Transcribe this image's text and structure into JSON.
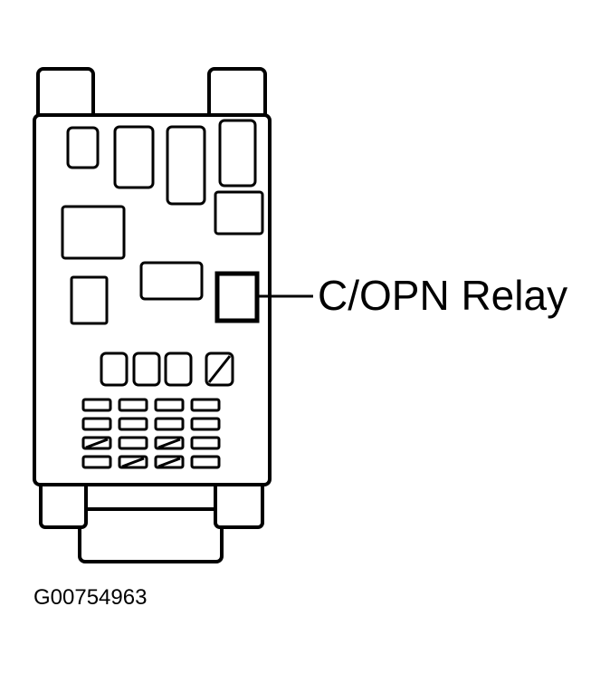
{
  "callout": {
    "label": "C/OPN Relay"
  },
  "figure": {
    "code": "G00754963"
  },
  "colors": {
    "line": "#000000",
    "background": "#ffffff"
  },
  "fuse_grid": {
    "rows": 4,
    "cols": 4,
    "blown_or_hatched": [
      [
        2,
        0
      ],
      [
        2,
        2
      ],
      [
        3,
        1
      ],
      [
        3,
        2
      ]
    ]
  }
}
